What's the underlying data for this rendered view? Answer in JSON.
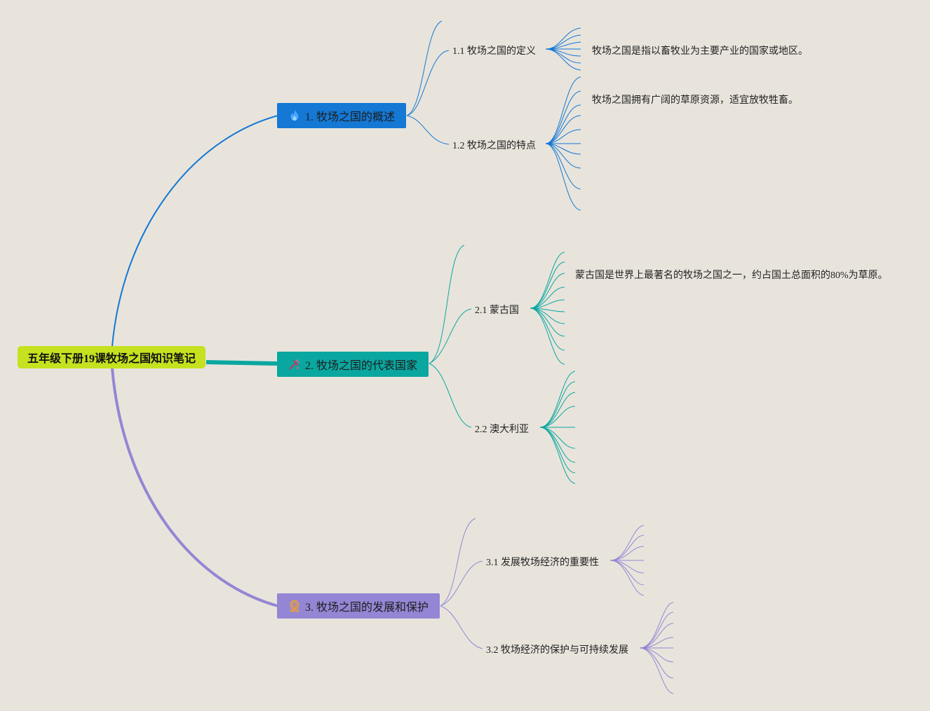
{
  "root": {
    "label": "五年级下册19课牧场之国知识笔记",
    "color": "#c5e11f"
  },
  "branches": [
    {
      "label": "1. 牧场之国的概述",
      "icon": "fire-icon",
      "color": "#1478d4",
      "children": [
        {
          "label": "1.1 牧场之国的定义",
          "notes": [
            "牧场之国是指以畜牧业为主要产业的国家或地区。"
          ]
        },
        {
          "label": "1.2 牧场之国的特点",
          "notes": [
            "牧场之国拥有广阔的草原资源，适宜放牧牲畜。"
          ]
        }
      ]
    },
    {
      "label": "2. 牧场之国的代表国家",
      "icon": "tools-icon",
      "color": "#0aa7a0",
      "children": [
        {
          "label": "2.1 蒙古国",
          "notes": [
            "蒙古国是世界上最著名的牧场之国之一，约占国土总面积的80%为草原。"
          ]
        },
        {
          "label": "2.2 澳大利亚",
          "notes": []
        }
      ]
    },
    {
      "label": "3. 牧场之国的发展和保护",
      "icon": "award-icon",
      "color": "#9486d4",
      "children": [
        {
          "label": "3.1 发展牧场经济的重要性",
          "notes": []
        },
        {
          "label": "3.2 牧场经济的保护与可持续发展",
          "notes": []
        }
      ]
    }
  ]
}
